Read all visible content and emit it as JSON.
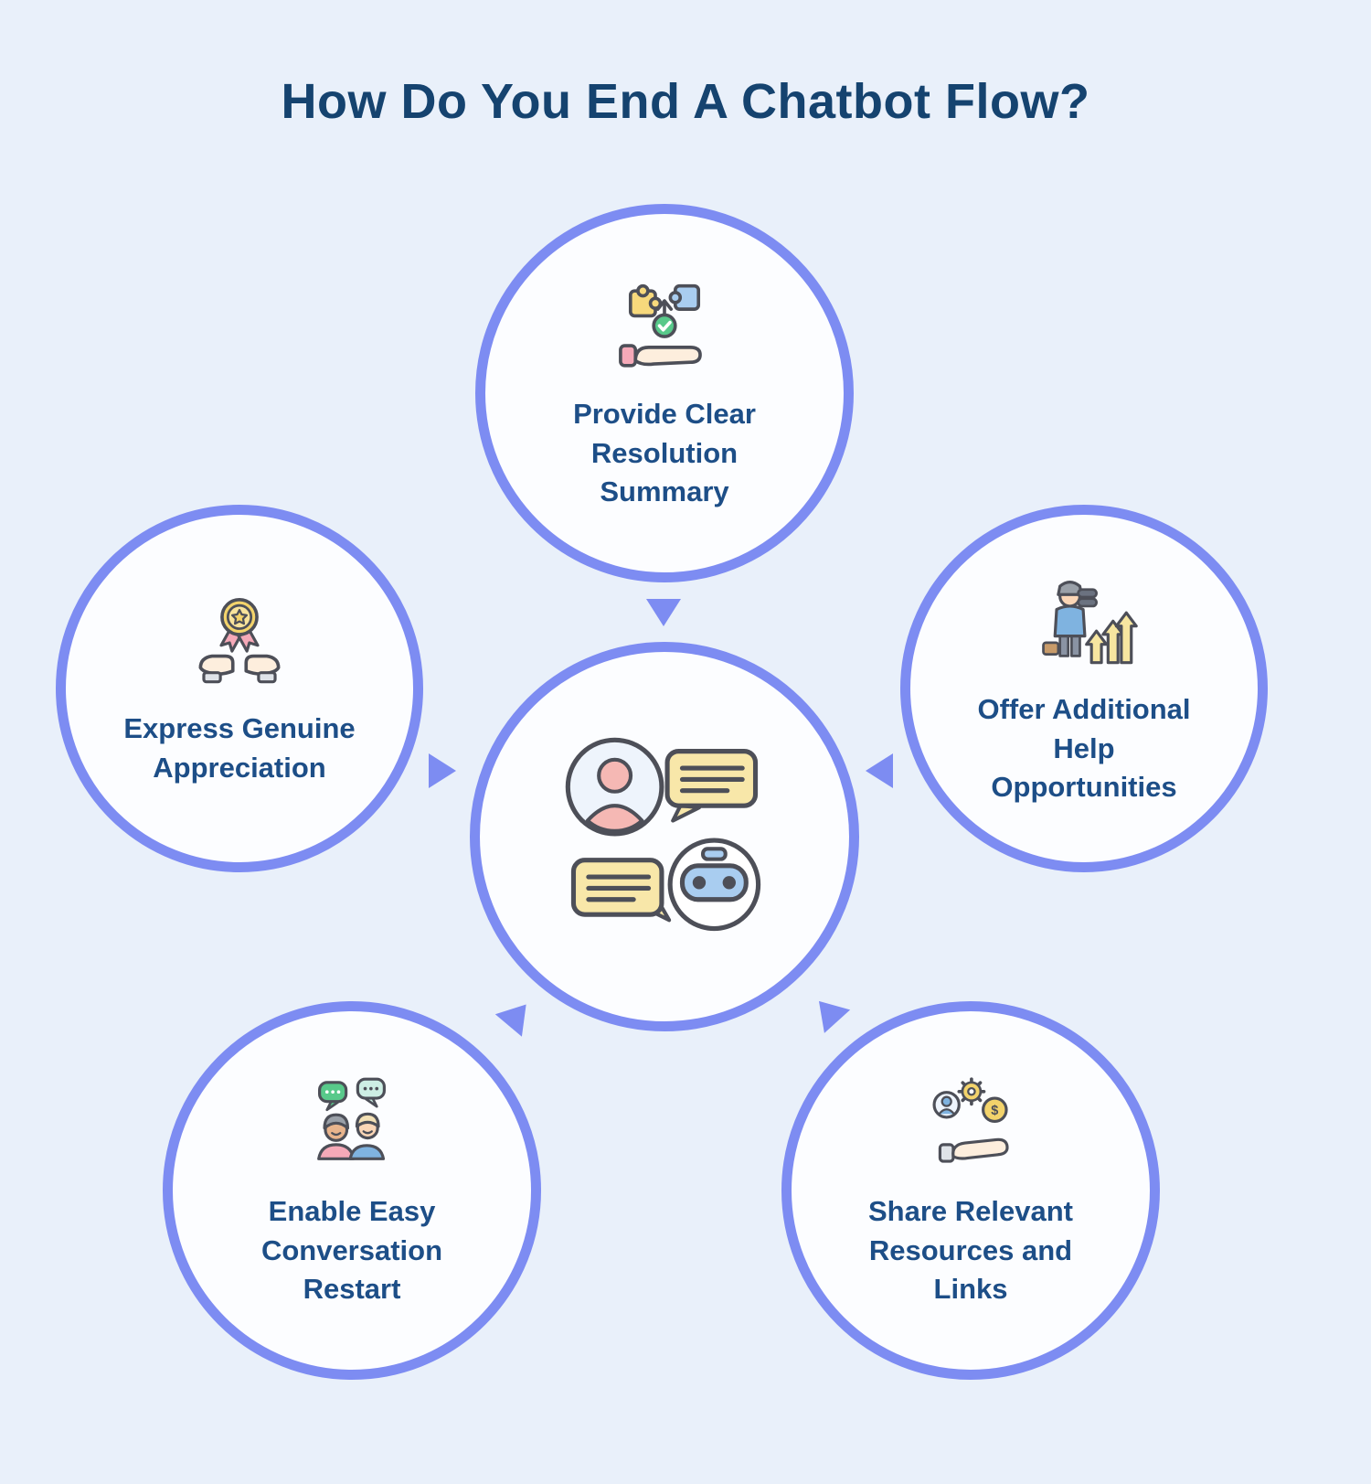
{
  "title": "How Do You End A Chatbot Flow?",
  "colors": {
    "background": "#e9f0fa",
    "circle_border": "#7d8cf2",
    "circle_fill": "#fcfdff",
    "title_text": "#15436f",
    "label_text": "#1d4e87",
    "arrow": "#7d8cf2"
  },
  "center_node": {
    "icon": "chatbot-user-conversation-icon"
  },
  "nodes": [
    {
      "position": "top",
      "label": "Provide Clear Resolution Summary",
      "icon": "puzzle-solution-hand-icon"
    },
    {
      "position": "left",
      "label": "Express Genuine Appreciation",
      "icon": "hands-presenting-award-icon"
    },
    {
      "position": "right",
      "label": "Offer Additional Help Opportunities",
      "icon": "person-binoculars-growth-icon"
    },
    {
      "position": "bottom-left",
      "label": "Enable Easy Conversation Restart",
      "icon": "two-people-chatting-icon"
    },
    {
      "position": "bottom-right",
      "label": "Share Relevant Resources and Links",
      "icon": "hand-offering-resources-icon"
    }
  ],
  "arrows": [
    {
      "from": "top",
      "direction": "down"
    },
    {
      "from": "left",
      "direction": "right"
    },
    {
      "from": "right",
      "direction": "left"
    },
    {
      "from": "bottom-left",
      "direction": "up-right"
    },
    {
      "from": "bottom-right",
      "direction": "up-left"
    }
  ]
}
